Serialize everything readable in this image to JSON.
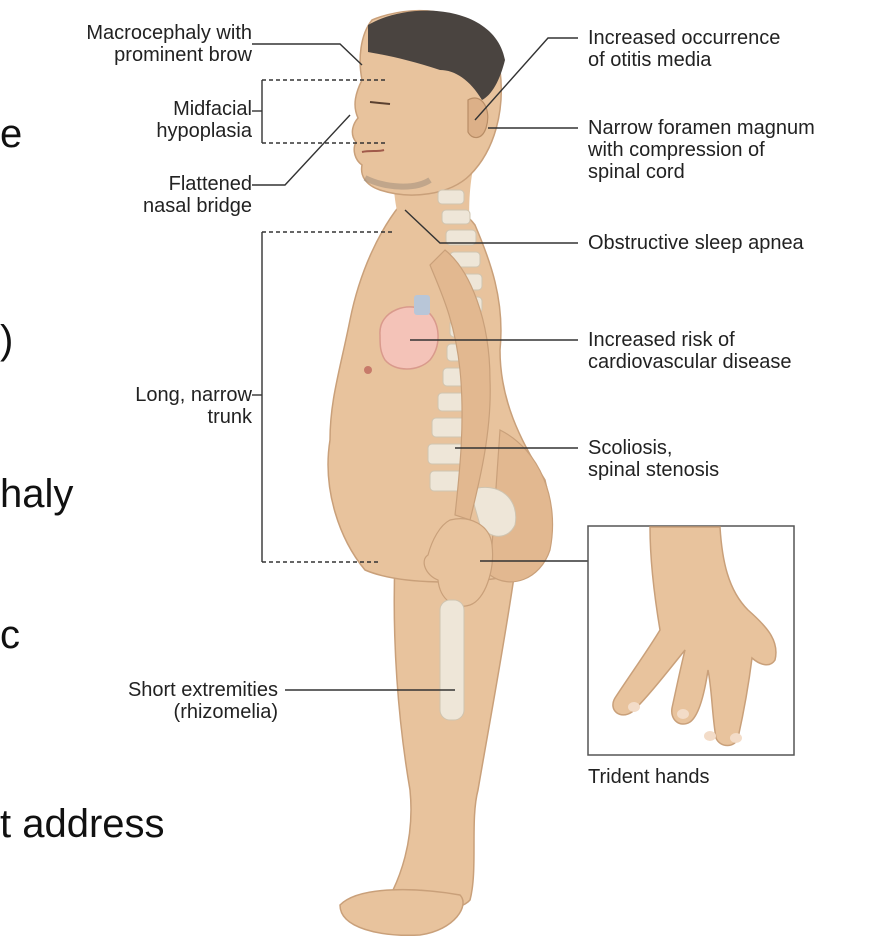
{
  "background_slide_text": [
    "e",
    ")",
    "haly",
    "c",
    "t address"
  ],
  "left_labels": [
    {
      "id": "macrocephaly",
      "lines": [
        "Macrocephaly with",
        "prominent brow"
      ]
    },
    {
      "id": "midfacial",
      "lines": [
        "Midfacial",
        "hypoplasia"
      ]
    },
    {
      "id": "nasal",
      "lines": [
        "Flattened",
        "nasal bridge"
      ]
    },
    {
      "id": "trunk",
      "lines": [
        "Long, narrow",
        "trunk"
      ]
    },
    {
      "id": "extremities",
      "lines": [
        "Short extremities",
        "(rhizomelia)"
      ]
    }
  ],
  "right_labels": [
    {
      "id": "otitis",
      "lines": [
        "Increased occurrence",
        "of otitis media"
      ]
    },
    {
      "id": "foramen",
      "lines": [
        "Narrow foramen magnum",
        "with compression of",
        "spinal cord"
      ]
    },
    {
      "id": "apnea",
      "lines": [
        "Obstructive sleep apnea"
      ]
    },
    {
      "id": "cardio",
      "lines": [
        "Increased risk of",
        "cardiovascular disease"
      ]
    },
    {
      "id": "scoliosis",
      "lines": [
        "Scoliosis,",
        "spinal stenosis"
      ]
    }
  ],
  "inset_caption": "Trident hands",
  "colors": {
    "skin": "#e8c39d",
    "skin_shade": "#d9ac82",
    "hair": "#4a4440",
    "bone": "#eee6d8",
    "heart": "#f4c3b8",
    "line": "#333333"
  }
}
